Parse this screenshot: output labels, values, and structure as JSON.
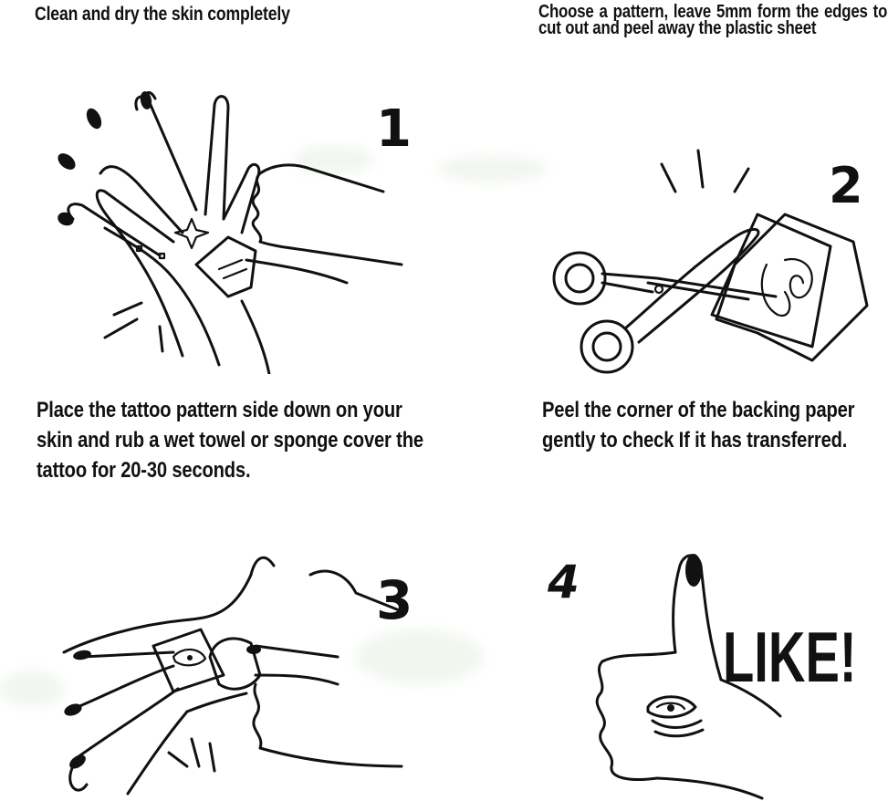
{
  "steps": [
    {
      "caption": "Clean and dry the skin completely",
      "number": "1"
    },
    {
      "caption": "Choose a pattern, leave 5mm form the edges to cut out and peel away the plastic sheet",
      "number": "2"
    },
    {
      "caption": "Place the tattoo pattern side down on your skin and rub a wet towel or sponge cover the tattoo for 20-30 seconds.",
      "number": "3"
    },
    {
      "caption": "Peel the corner of the backing paper gently to check If it has transferred.",
      "number": "4"
    }
  ],
  "like_text": "LIKE!",
  "icons": [
    "hand-wiping-icon",
    "scissors-cutting-icon",
    "hand-sponge-icon",
    "thumbs-up-icon"
  ],
  "colors": {
    "ink": "#111111",
    "paper": "#ffffff"
  }
}
